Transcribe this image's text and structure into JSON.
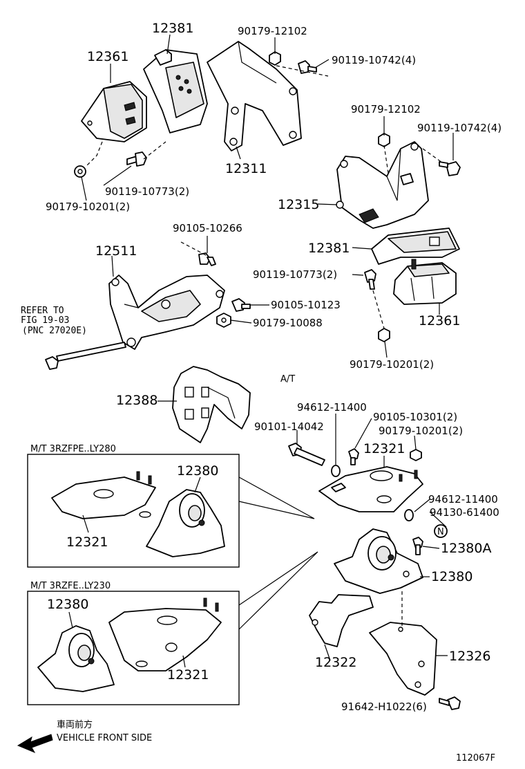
{
  "labels": {
    "p12381_top": "12381",
    "p12361_top": "12361",
    "p90179_12102_top": "90179-12102",
    "p90119_10742_top": "90119-10742(4)",
    "p12311": "12311",
    "p90119_10773_top": "90119-10773(2)",
    "p90179_10201_top": "90179-10201(2)",
    "p90179_12102_right": "90179-12102",
    "p90119_10742_right": "90119-10742(4)",
    "p12315": "12315",
    "p90105_10266": "90105-10266",
    "p12511": "12511",
    "p12381_mid": "12381",
    "p90119_10773_mid": "90119-10773(2)",
    "p90105_10123": "90105-10123",
    "p90179_10088": "90179-10088",
    "p12361_mid": "12361",
    "p90179_10201_mid": "90179-10201(2)",
    "p12388": "12388",
    "p94612_11400_a": "94612-11400",
    "p90105_10301": "90105-10301(2)",
    "p90101_14042": "90101-14042",
    "p90179_10201_low": "90179-10201(2)",
    "p12321_main": "12321",
    "p94612_11400_b": "94612-11400",
    "p94130_61400": "94130-61400",
    "p12380A": "12380A",
    "p12380_main": "12380",
    "p12326": "12326",
    "p12322": "12322",
    "p91642": "91642-H1022(6)",
    "inset1_12380": "12380",
    "inset1_12321": "12321",
    "inset2_12380": "12380",
    "inset2_12321": "12321"
  },
  "refer": {
    "line1": "REFER TO",
    "line2": "FIG 19-03",
    "line3": "(PNC 27020E)"
  },
  "at_label": "A/T",
  "inset1_caption": "M/T  3RZFPE..LY280",
  "inset2_caption": "M/T  3RZFE..LY230",
  "direction": {
    "jp": "車両前方",
    "en": "VEHICLE FRONT SIDE"
  },
  "figure_code": "112067F"
}
